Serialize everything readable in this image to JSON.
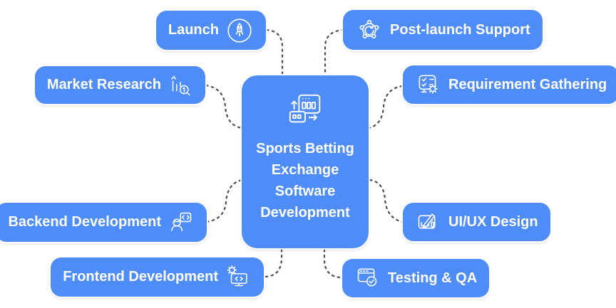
{
  "diagram": {
    "title": "Sports Betting Exchange Software Development process diagram",
    "background": "#ffffff"
  },
  "colors": {
    "node_fill": "#4e8cf7",
    "node_text": "#ffffff",
    "connector": "#4f4f4f"
  },
  "center": {
    "label": "Sports Betting Exchange Software Development",
    "icon": "software-exchange-icon"
  },
  "nodes": [
    {
      "id": "launch",
      "label": "Launch",
      "icon": "rocket-icon",
      "icon_side": "right"
    },
    {
      "id": "post-launch-support",
      "label": "Post-launch Support",
      "icon": "network-refresh-icon",
      "icon_side": "left"
    },
    {
      "id": "market-research",
      "label": "Market Research",
      "icon": "chart-search-icon",
      "icon_side": "right"
    },
    {
      "id": "requirement-gathering",
      "label": "Requirement Gathering",
      "icon": "checklist-gear-icon",
      "icon_side": "left"
    },
    {
      "id": "backend-development",
      "label": "Backend Development",
      "icon": "developer-code-icon",
      "icon_side": "right"
    },
    {
      "id": "uiux-design",
      "label": "UI/UX Design",
      "icon": "design-pencil-icon",
      "icon_side": "left"
    },
    {
      "id": "frontend-development",
      "label": "Frontend Development",
      "icon": "gear-monitor-icon",
      "icon_side": "right"
    },
    {
      "id": "testing-qa",
      "label": "Testing & QA",
      "icon": "browser-check-icon",
      "icon_side": "left"
    }
  ]
}
